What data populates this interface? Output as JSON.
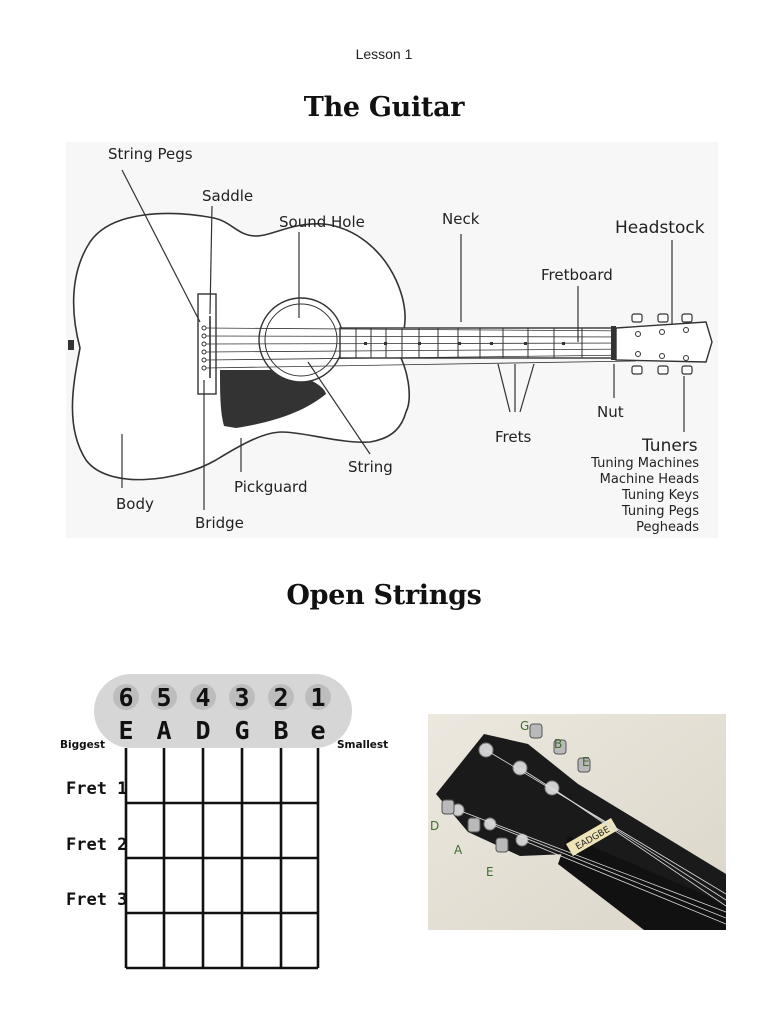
{
  "header": {
    "lesson_label": "Lesson 1"
  },
  "section1": {
    "title": "The Guitar",
    "labels": {
      "string_pegs": "String Pegs",
      "saddle": "Saddle",
      "sound_hole": "Sound Hole",
      "neck": "Neck",
      "headstock": "Headstock",
      "fretboard": "Fretboard",
      "nut": "Nut",
      "frets": "Frets",
      "string": "String",
      "pickguard": "Pickguard",
      "body": "Body",
      "bridge": "Bridge",
      "tuners": "Tuners",
      "tuner_aliases": [
        "Tuning Machines",
        "Machine Heads",
        "Tuning Keys",
        "Tuning Pegs",
        "Pegheads"
      ]
    }
  },
  "section2": {
    "title": "Open Strings",
    "chord_chart": {
      "string_numbers": [
        "6",
        "5",
        "4",
        "3",
        "2",
        "1"
      ],
      "string_notes": [
        "E",
        "A",
        "D",
        "G",
        "B",
        "e"
      ],
      "left_label": "Biggest",
      "right_label": "Smallest",
      "fret_labels": [
        "Fret 1",
        "Fret 2",
        "Fret 3"
      ]
    },
    "photo_labels": [
      "G",
      "B",
      "E",
      "D",
      "A",
      "E"
    ],
    "nut_text": "EADGBE"
  },
  "colors": {
    "photo_background": "#e9e5dc",
    "headstock": "#1a1a1a",
    "label_green": "#3e6b2e"
  }
}
